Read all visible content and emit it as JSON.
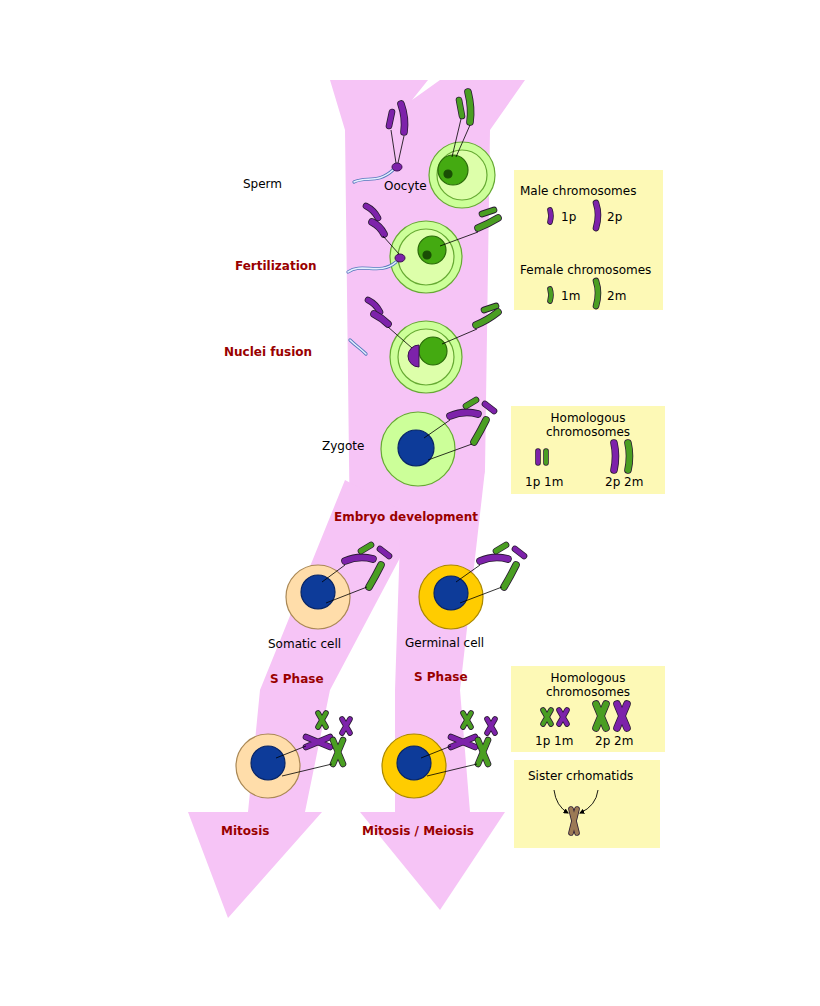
{
  "diagram": {
    "nodes": [
      {
        "text": [
          "Male chromosomes",
          "1p",
          "2p",
          "Female chromosomes",
          "1m",
          "2m"
        ]
      },
      {
        "text": [
          "Homologous chromosomes",
          "1p 1m",
          "2p 2m"
        ]
      },
      {
        "text": [
          "Homologous chromosomes",
          "1p 1m",
          "2p 2m"
        ]
      },
      {
        "text": [
          "Sister crhomatids"
        ]
      }
    ],
    "labels": [
      "Sperm",
      "Oocyte",
      "Fertilization",
      "Nuclei fusion",
      "Zygote",
      "Embryo development",
      "Somatic cell",
      "Germinal cell",
      "S Phase",
      "S Phase",
      "Mitosis",
      "Mitosis / Meiosis"
    ]
  }
}
